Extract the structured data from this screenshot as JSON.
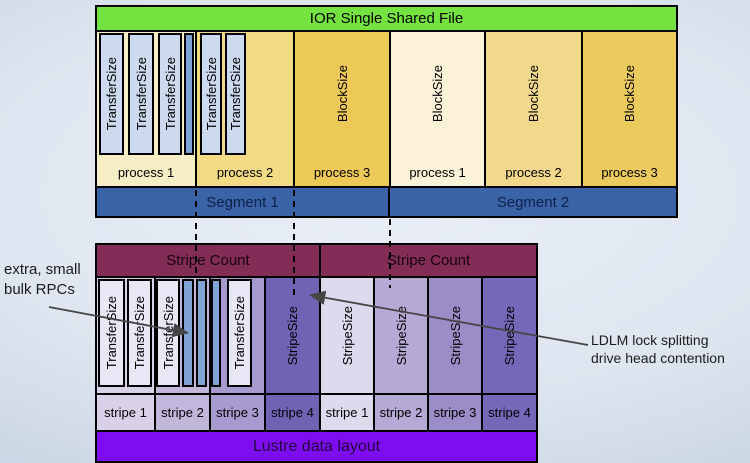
{
  "ior_diagram": {
    "title": "IOR Single Shared File",
    "transfer_size_label": "TransferSize",
    "block_size_label": "BlockSize",
    "process_labels": [
      "process 1",
      "process 2",
      "process 3",
      "process 1",
      "process 2",
      "process 3"
    ],
    "segment_labels": [
      "Segment 1",
      "Segment 2"
    ]
  },
  "lustre_diagram": {
    "stripe_count_labels": [
      "Stripe Count",
      "Stripe Count"
    ],
    "transfer_size_label": "TransferSize",
    "stripe_size_label": "StripeSize",
    "stripe_labels": [
      "stripe 1",
      "stripe 2",
      "stripe 3",
      "stripe 4",
      "stripe 1",
      "stripe 2",
      "stripe 3",
      "stripe 4"
    ],
    "footer_label": "Lustre data layout"
  },
  "annotations": {
    "bulk_rpcs_line1": "extra, small",
    "bulk_rpcs_line2": "bulk RPCs",
    "ldlm_line1": "LDLM lock splitting",
    "ldlm_line2": "drive head contention"
  },
  "colors": {
    "ior_title_green": "#74e23f",
    "transfer_bar_blue": "#cdd9ee",
    "small_rpc_blue": "#7fa3d4",
    "process1_cream": "#f8eec6",
    "process2_yellow": "#f3da84",
    "process3_gold": "#edc957",
    "segment_blue": "#3b63a7",
    "stripe_count_maroon": "#822c56",
    "stripe1_purple": "#d9d1e7",
    "stripe2_purple": "#c2b6db",
    "stripe3_purple": "#a79ace",
    "stripe4_purple": "#6f63b4",
    "lustre_violet": "#7e0df0"
  }
}
